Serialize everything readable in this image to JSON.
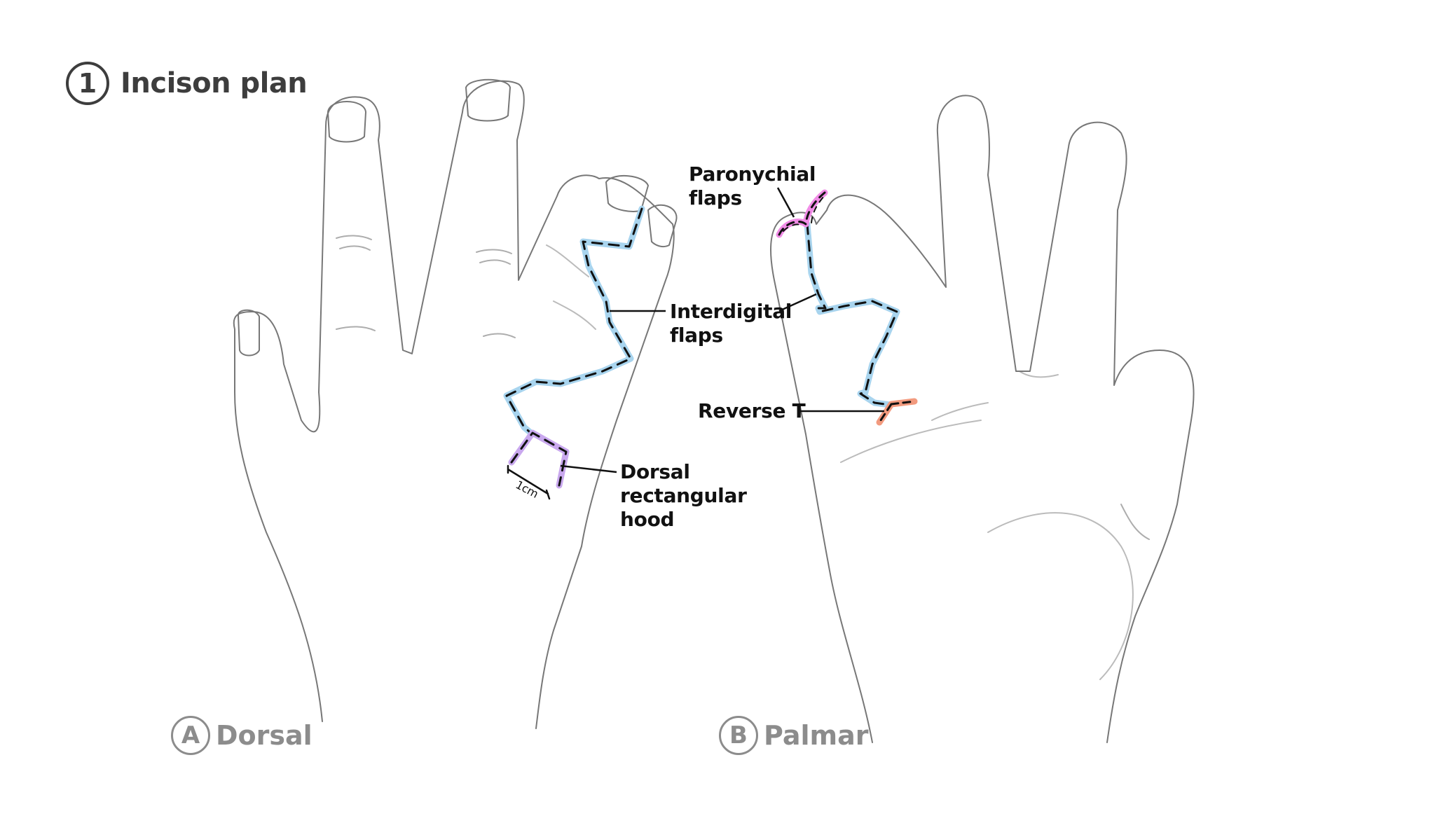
{
  "title": {
    "number": "1",
    "text": "Incison plan"
  },
  "labels": {
    "paronychial": [
      "Paronychial",
      "flaps"
    ],
    "interdigital": [
      "Interdigital",
      "flaps"
    ],
    "reverse_t": "Reverse T",
    "dorsal_hood": [
      "Dorsal",
      "rectangular",
      "hood"
    ],
    "measurement": "1cm"
  },
  "views": {
    "a": {
      "letter": "A",
      "name": "Dorsal"
    },
    "b": {
      "letter": "B",
      "name": "Palmar"
    }
  },
  "colors": {
    "interdigital_flap": "#a8d4ee",
    "paronychial_flap": "#f08ce6",
    "dorsal_hood": "#c9a8ee",
    "reverse_t": "#f29a7e",
    "title": "#3d3d3d",
    "view_label": "#8c8c8c"
  }
}
